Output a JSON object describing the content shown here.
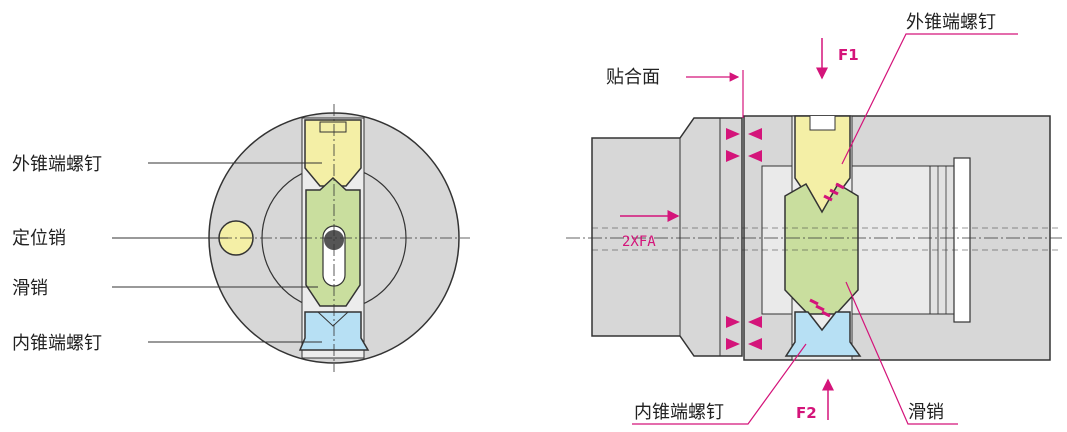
{
  "left_view": {
    "labels": {
      "outer_cone_screw": "外锥端螺钉",
      "locating_pin": "定位销",
      "slide_pin": "滑销",
      "inner_cone_screw": "内锥端螺钉"
    }
  },
  "right_view": {
    "labels": {
      "outer_cone_screw": "外锥端螺钉",
      "mating_face": "贴合面",
      "slide_pin": "滑销",
      "inner_cone_screw": "内锥端螺钉"
    },
    "forces": {
      "f1": "F1",
      "f2": "F2",
      "axial": "2XFA"
    }
  },
  "colors": {
    "accent": "#d4147a",
    "outer_screw": "#f4efa6",
    "slide_pin": "#c9de9e",
    "inner_screw": "#b7e0f4",
    "body": "#d7d7d7"
  }
}
